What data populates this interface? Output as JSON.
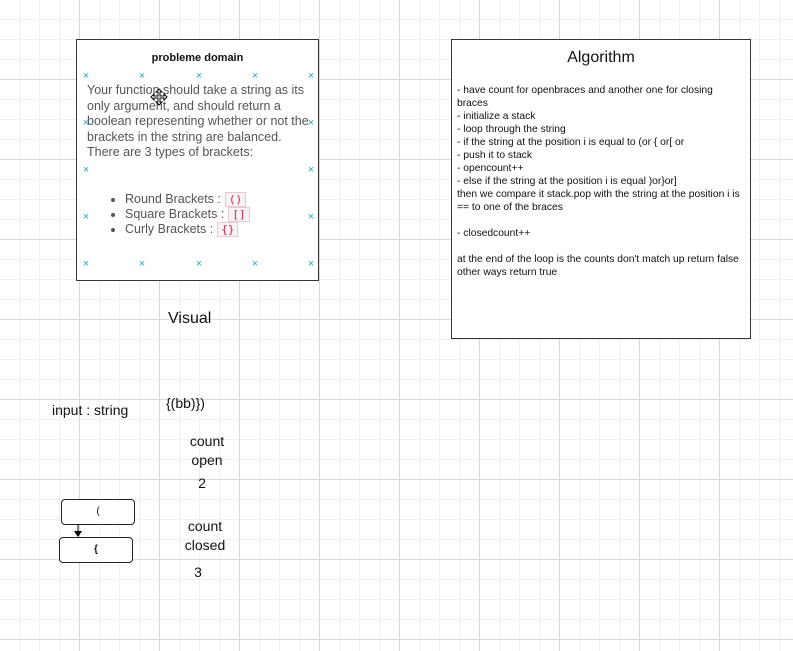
{
  "problem_domain": {
    "title": "probleme domain",
    "description": "Your function should take a string as its only argument, and should return a boolean representing whether or not the brackets in the string are balanced. There are 3 types of brackets:",
    "bracket_types": [
      {
        "label": "Round Brackets :",
        "code": "()"
      },
      {
        "label": "Square Brackets :",
        "code": "[]"
      },
      {
        "label": "Curly Brackets :",
        "code": "{}"
      }
    ]
  },
  "algorithm": {
    "title": "Algorithm",
    "lines": [
      "- have count for openbraces and another one for closing braces",
      "- initialize a stack",
      "- loop through the string",
      "- if the string at the position i is equal to (or  { or[ or",
      "- push it to stack",
      "- opencount++",
      "- else if the string at the position i is equal )or}or]",
      " then we compare it stack.pop with the string at the position i is == to one of the braces",
      "",
      "- closedcount++",
      "",
      "at the end of the loop is the counts don't match up return false other ways return true"
    ]
  },
  "visual": {
    "title": "Visual",
    "input_label": "input : string",
    "input_value": "{(bb)})",
    "count_open_label": "count open",
    "count_open_value": "2",
    "count_closed_label": "count closed",
    "count_closed_value": "3",
    "stack_items": [
      "(",
      "{"
    ]
  },
  "colors": {
    "selection_handle": "#29a3d6",
    "code_text": "#c7254e",
    "code_background": "#f9f2f4"
  },
  "icons": {
    "move_cursor": "move-cursor-icon",
    "selection_handle": "selection-handle-icon"
  }
}
